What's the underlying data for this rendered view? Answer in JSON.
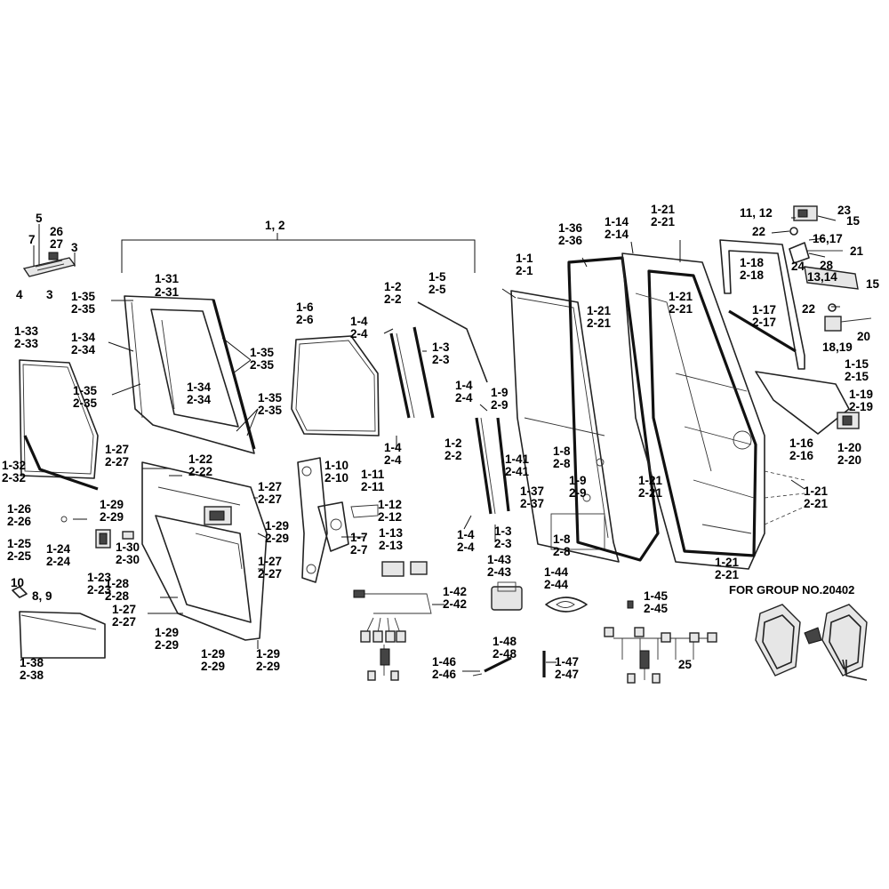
{
  "diagram": {
    "group_note": "FOR GROUP NO.20402",
    "bracket_label": "1, 2",
    "labels": [
      "5",
      "26",
      "27",
      "7",
      "3",
      "4",
      "3",
      "1-35",
      "2-35",
      "1-31",
      "2-31",
      "1-34",
      "2-34",
      "1-33",
      "2-33",
      "1-34",
      "2-34",
      "1-35",
      "2-35",
      "1-35",
      "2-35",
      "1-35",
      "2-35",
      "1-32",
      "2-32",
      "1-27",
      "2-27",
      "1-22",
      "2-22",
      "1-29",
      "2-29",
      "1-26",
      "2-26",
      "1-25",
      "2-25",
      "1-24",
      "2-24",
      "1-30",
      "2-30",
      "1-23",
      "2-23",
      "1-28",
      "2-28",
      "1-27",
      "2-27",
      "1-29",
      "2-29",
      "1-29",
      "2-29",
      "1-29",
      "2-29",
      "1-27",
      "2-27",
      "1-29",
      "2-29",
      "1-27",
      "2-27",
      "10",
      "8, 9",
      "1-38",
      "2-38",
      "1-6",
      "2-6",
      "1-4",
      "2-4",
      "1-2",
      "2-2",
      "1-5",
      "2-5",
      "1-3",
      "2-3",
      "1-4",
      "2-4",
      "1-4",
      "2-4",
      "1-9",
      "2-9",
      "1-2",
      "2-2",
      "1-10",
      "2-10",
      "1-11",
      "2-11",
      "1-12",
      "2-12",
      "1-7",
      "2-7",
      "1-13",
      "2-13",
      "1-3",
      "2-3",
      "1-4",
      "2-4",
      "1-42",
      "2-42",
      "1-43",
      "2-43",
      "1-44",
      "2-44",
      "1-46",
      "2-46",
      "1-48",
      "2-48",
      "1-47",
      "2-47",
      "1-1",
      "2-1",
      "1-36",
      "2-36",
      "1-14",
      "2-14",
      "1-21",
      "2-21",
      "1-21",
      "2-21",
      "1-21",
      "2-21",
      "1-41",
      "2-41",
      "1-8",
      "2-8",
      "1-37",
      "2-37",
      "1-9",
      "2-9",
      "1-8",
      "2-8",
      "1-21",
      "2-21",
      "1-21",
      "2-21",
      "1-21",
      "2-21",
      "1-18",
      "2-18",
      "1-17",
      "2-17",
      "1-15",
      "2-15",
      "1-19",
      "2-19",
      "1-16",
      "2-16",
      "1-20",
      "2-20",
      "11, 12",
      "23",
      "15",
      "22",
      "16,17",
      "21",
      "24",
      "28",
      "13,14",
      "15",
      "22",
      "18,19",
      "20",
      "1-45",
      "2-45",
      "25"
    ]
  }
}
